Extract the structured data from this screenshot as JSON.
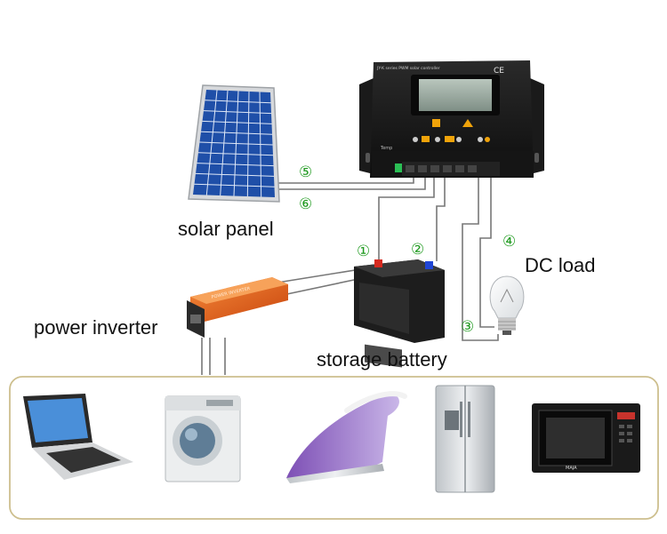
{
  "labels": {
    "solar_panel": "solar panel",
    "dc_load": "DC load",
    "power_inverter": "power inverter",
    "storage_battery": "storage battery"
  },
  "connection_numbers": [
    "①",
    "②",
    "③",
    "④",
    "⑤",
    "⑥"
  ],
  "controller": {
    "model_text": "JY-K series PWM solar controller",
    "temp_text": "Temp",
    "ce_mark": "CE"
  },
  "inverter": {
    "brand_text": "POWER INVERTER"
  },
  "microwave": {
    "brand_text": "MAJA"
  },
  "colors": {
    "number_green": "#1f9a1f",
    "wire": "#777777",
    "frame": "#cdbf8e",
    "panel_blue": "#1f4fa8",
    "inverter_orange": "#e8611c"
  }
}
